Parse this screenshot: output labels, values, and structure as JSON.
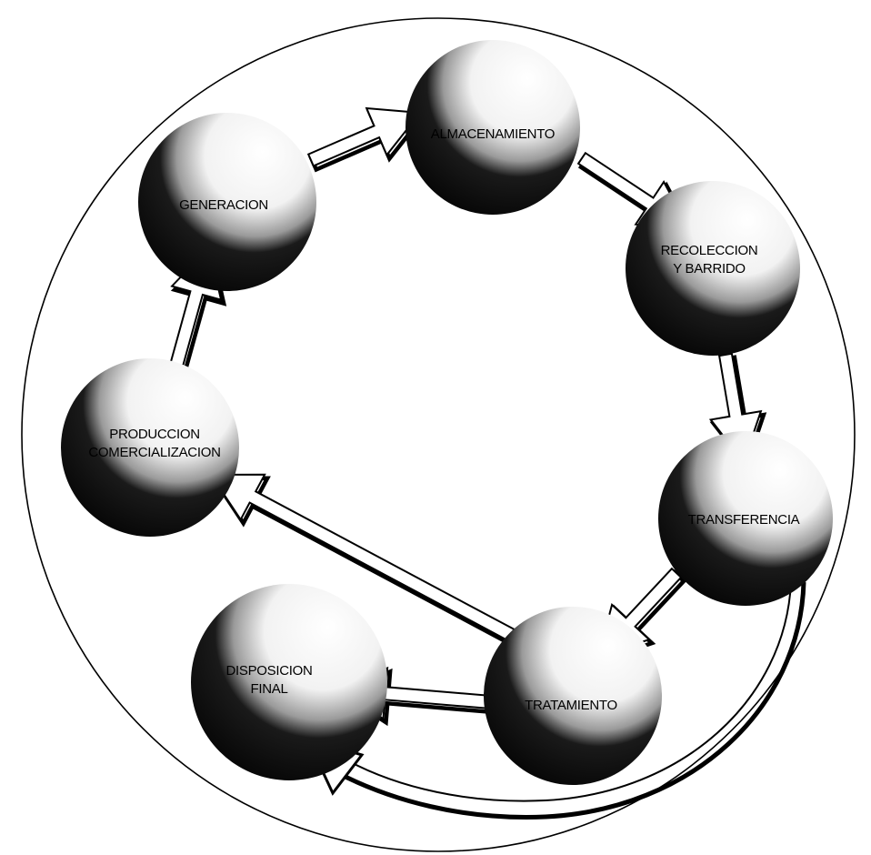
{
  "diagram": {
    "type": "cycle",
    "nodes": [
      {
        "id": "generacion",
        "lines": [
          "GENERACION"
        ]
      },
      {
        "id": "almacenamiento",
        "lines": [
          "ALMACENAMIENTO"
        ]
      },
      {
        "id": "recoleccion",
        "lines": [
          "RECOLECCION",
          "Y BARRIDO"
        ]
      },
      {
        "id": "transferencia",
        "lines": [
          "TRANSFERENCIA"
        ]
      },
      {
        "id": "tratamiento",
        "lines": [
          "TRATAMIENTO"
        ]
      },
      {
        "id": "disposicion",
        "lines": [
          "DISPOSICION",
          "FINAL"
        ]
      },
      {
        "id": "produccion",
        "lines": [
          "PRODUCCION",
          "COMERCIALIZACION"
        ]
      }
    ],
    "edges": [
      {
        "from": "generacion",
        "to": "almacenamiento"
      },
      {
        "from": "almacenamiento",
        "to": "recoleccion"
      },
      {
        "from": "recoleccion",
        "to": "transferencia"
      },
      {
        "from": "transferencia",
        "to": "tratamiento"
      },
      {
        "from": "tratamiento",
        "to": "disposicion"
      },
      {
        "from": "tratamiento",
        "to": "produccion"
      },
      {
        "from": "produccion",
        "to": "generacion"
      },
      {
        "from": "transferencia",
        "to": "disposicion"
      }
    ],
    "colors": {
      "ink": "#000000",
      "paper": "#ffffff"
    }
  }
}
